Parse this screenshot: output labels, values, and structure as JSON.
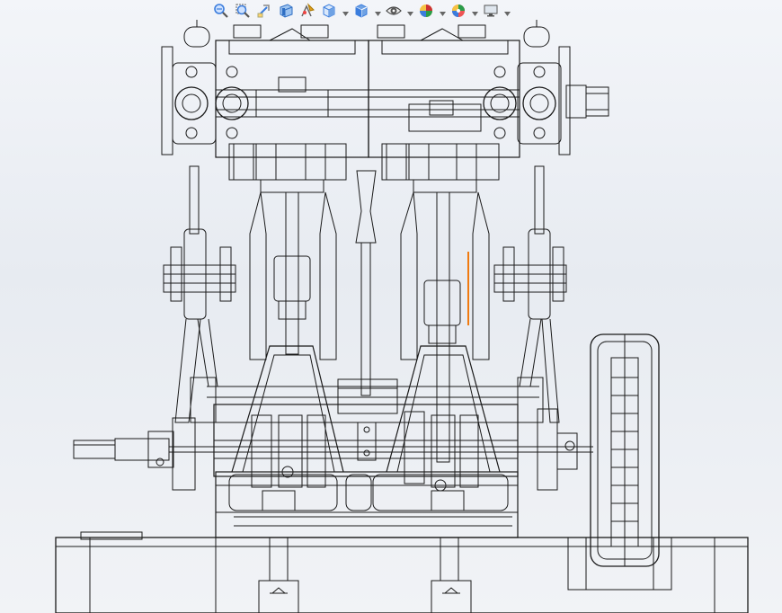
{
  "window": {
    "title": ""
  },
  "toolbar": {
    "tools": [
      {
        "id": "zoom-to-fit",
        "icon": "zoom-to-fit-icon",
        "has_dropdown": false,
        "color": "#3b7ddd"
      },
      {
        "id": "zoom-to-area",
        "icon": "zoom-to-area-icon",
        "has_dropdown": false,
        "color": "#3b7ddd"
      },
      {
        "id": "previous-view",
        "icon": "previous-view-icon",
        "has_dropdown": false,
        "color": "#3b7ddd"
      },
      {
        "id": "section-view",
        "icon": "section-view-icon",
        "has_dropdown": false,
        "color": "#2f6fc4"
      },
      {
        "id": "dynamic-annotation",
        "icon": "dynamic-annotation-icon",
        "has_dropdown": false,
        "color": "#e0a020"
      },
      {
        "id": "view-orientation",
        "icon": "view-orientation-cube-icon",
        "has_dropdown": true,
        "color": "#3b7ddd"
      },
      {
        "id": "display-style",
        "icon": "display-style-cube-icon",
        "has_dropdown": true,
        "color": "#3b7ddd"
      },
      {
        "id": "hide-show-items",
        "icon": "eye-icon",
        "has_dropdown": true,
        "color": "#444444"
      },
      {
        "id": "edit-appearance",
        "icon": "appearance-ball-icon",
        "has_dropdown": true,
        "color": "#cc3333"
      },
      {
        "id": "apply-scene",
        "icon": "scene-ball-icon",
        "has_dropdown": true,
        "color": "#2a9d4a"
      },
      {
        "id": "view-settings",
        "icon": "monitor-icon",
        "has_dropdown": true,
        "color": "#555555"
      }
    ]
  },
  "model": {
    "display_mode": "wireframe",
    "line_color": "#1a1a1a",
    "highlight_color": "#f07a10"
  }
}
